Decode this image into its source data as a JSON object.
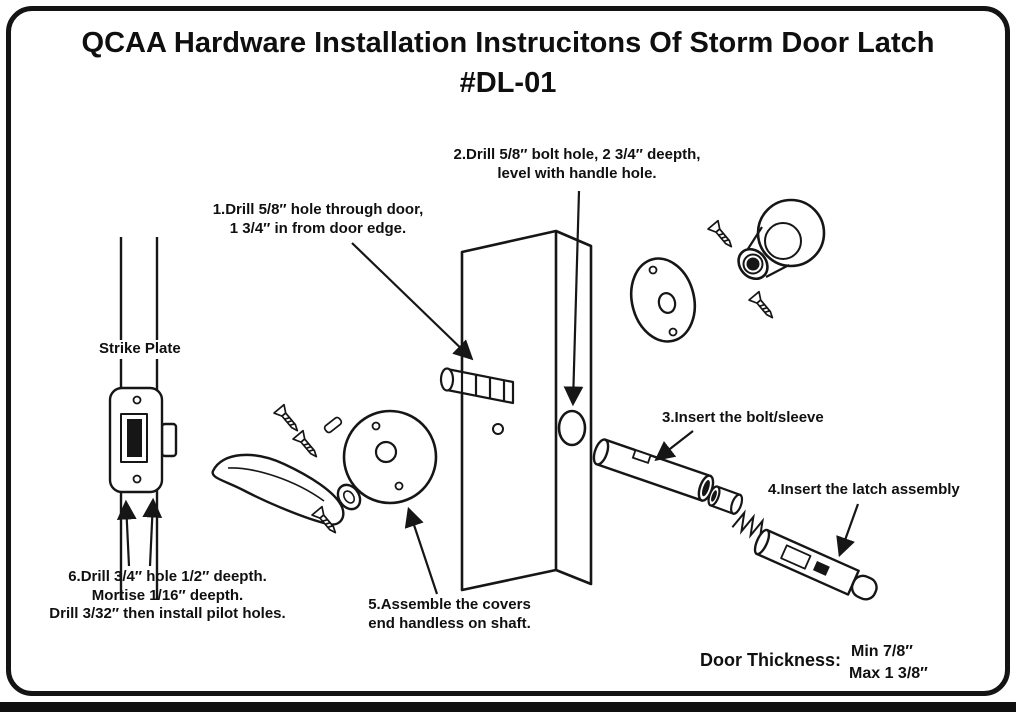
{
  "colors": {
    "ink": "#161616",
    "background": "#ffffff"
  },
  "title": {
    "line1": "QCAA Hardware Installation Instrucitons Of Storm Door Latch",
    "line2": "#DL-01"
  },
  "annotations": {
    "step1": "1.Drill 5/8″ hole through door,\n1 3/4″ in from door edge.",
    "step2": "2.Drill 5/8″ bolt hole, 2 3/4″ deepth,\nlevel with handle hole.",
    "step3": "3.Insert the bolt/sleeve",
    "step4": "4.Insert the latch assembly",
    "step5": "5.Assemble the covers\nend handless on shaft.",
    "step6": "6.Drill 3/4″ hole 1/2″ deepth.\nMortise 1/16″ deepth.\nDrill 3/32″ then install pilot holes.",
    "strike_plate": "Strike Plate",
    "door_thickness_label": "Door Thickness:",
    "door_thickness_min": "Min 7/8″",
    "door_thickness_max": "Max 1 3/8″"
  },
  "illustrated_parts": [
    "door edge",
    "strike plate",
    "lever handle",
    "mounting screws",
    "cover rose",
    "door cross-section",
    "spindle",
    "bolt hole",
    "outer rose plate",
    "knob",
    "bolt sleeve",
    "spring",
    "latch assembly"
  ]
}
